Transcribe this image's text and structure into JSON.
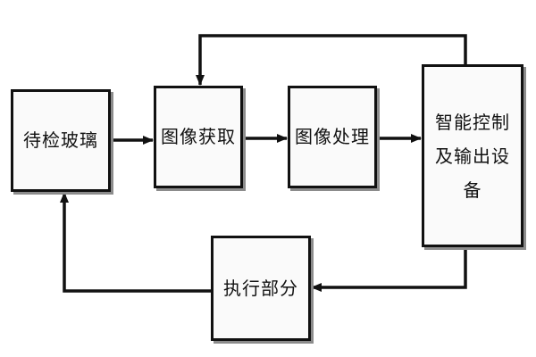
{
  "diagram": {
    "nodes": {
      "glass": "待检玻璃",
      "acquire": "图像获取",
      "process": "图像处理",
      "control": "智能控制及输出设备",
      "execute": "执行部分"
    },
    "edges": [
      {
        "from": "glass",
        "to": "acquire"
      },
      {
        "from": "acquire",
        "to": "process"
      },
      {
        "from": "process",
        "to": "control"
      },
      {
        "from": "control",
        "to": "acquire"
      },
      {
        "from": "control",
        "to": "execute"
      },
      {
        "from": "execute",
        "to": "glass"
      }
    ],
    "colors": {
      "line": "#111111",
      "box_fill": "#fafafa",
      "shadow": "#8c8c8c"
    }
  }
}
